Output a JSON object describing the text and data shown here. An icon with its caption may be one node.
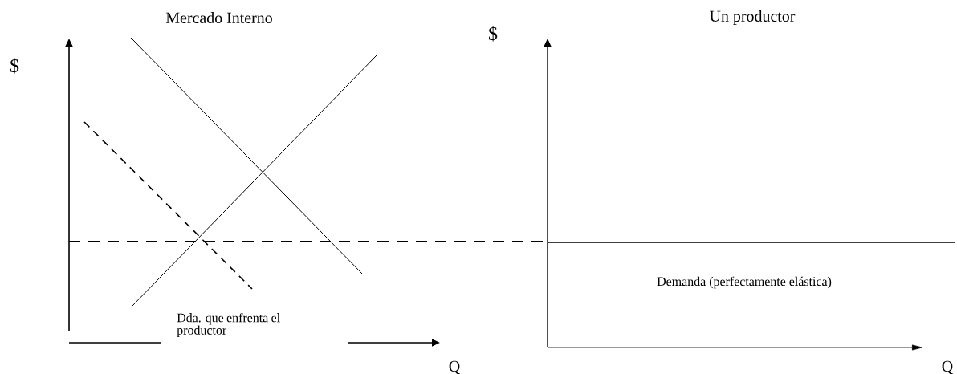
{
  "diagram": {
    "labels": [
      "Mercado Interno",
      "Un productor",
      "$",
      "$",
      "Demanda (perfectamente elástica)",
      "Dda. que enfrenta el productor",
      "Q",
      "Q"
    ]
  }
}
